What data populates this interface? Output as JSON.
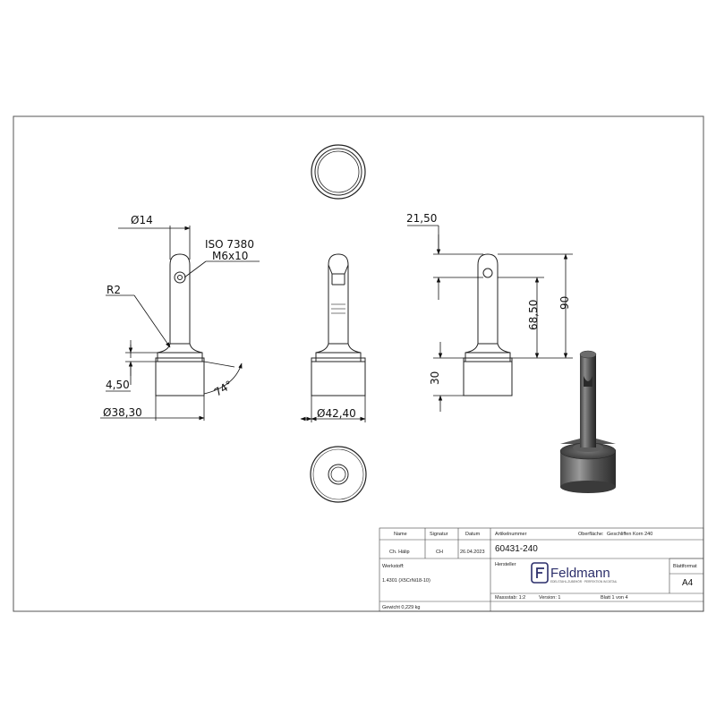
{
  "dimensions": {
    "shaft_diameter": "Ø14",
    "thread_spec_line1": "ISO 7380",
    "thread_spec_line2": "M6x10",
    "radius": "R2",
    "base_step": "4,50",
    "base_diameter": "Ø38,30",
    "angle": "74°",
    "cap_diameter": "Ø42,40",
    "hole_height": "21,50",
    "total_height": "90",
    "shaft_height": "68,50",
    "base_height": "30"
  },
  "title_block": {
    "col_name": "Name",
    "col_signatur": "Signatur",
    "col_datum": "Datum",
    "name_value": "Ch. Hälip",
    "signatur_value": "CH",
    "datum_value": "26.04.2023",
    "werkstoff_label": "Werkstoff:",
    "werkstoff_value": "1.4301 (X5CrNi18-10)",
    "gewicht": "Gewicht 0,229 kg",
    "artikelnummer_label": "Artikelnummer",
    "artikelnummer_value": "60431-240",
    "oberflaeche_label": "Oberfläche:",
    "oberflaeche_value": "Geschliffen Korn 240",
    "hersteller_label": "Hersteller",
    "company_name": "Feldmann",
    "company_sub": "EDELSTAHL-ZUBEHÖR · PERFEKTION IM DETAIL",
    "massstab": "Massstab: 1:2",
    "version": "Version: 1",
    "blatt": "Blatt 1 von 4",
    "blattformat_label": "Blattformat",
    "blattformat_value": "A4"
  }
}
